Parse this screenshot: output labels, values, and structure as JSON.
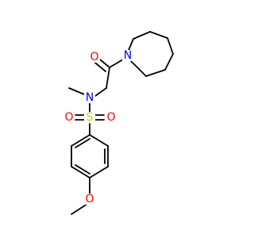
{
  "molecule": {
    "atoms": [
      {
        "id": "o_carbonyl",
        "symbol": "O",
        "color": "#ff0000"
      },
      {
        "id": "n_piperidine",
        "symbol": "N",
        "color": "#0000ff"
      },
      {
        "id": "n_sulfonamide",
        "symbol": "N",
        "color": "#0000ff"
      },
      {
        "id": "s_sulfonyl",
        "symbol": "S",
        "color": "#cccc00"
      },
      {
        "id": "o_sulfonyl_left",
        "symbol": "O",
        "color": "#ff0000"
      },
      {
        "id": "o_sulfonyl_right",
        "symbol": "O",
        "color": "#ff0000"
      },
      {
        "id": "o_methoxy",
        "symbol": "O",
        "color": "#ff0000"
      }
    ],
    "colors": {
      "bond": "#000000",
      "oxygen": "#ff0000",
      "nitrogen": "#0000ff",
      "sulfur": "#cccc00"
    }
  }
}
